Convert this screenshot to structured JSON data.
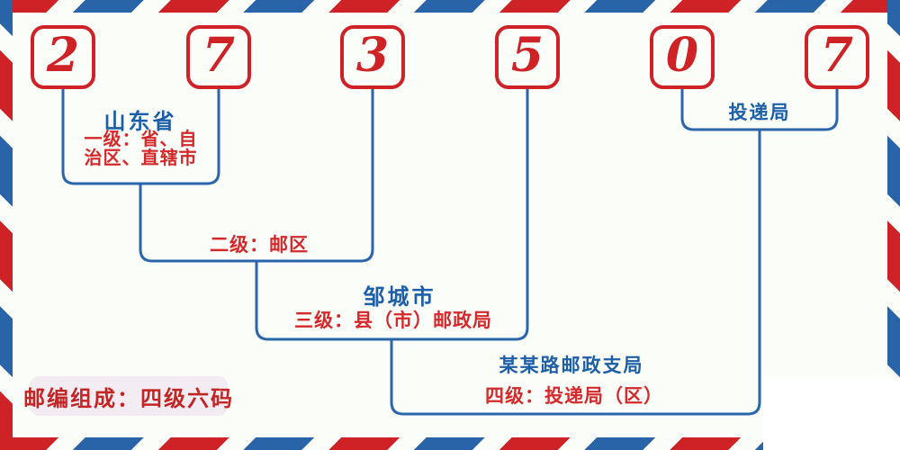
{
  "postal_code": {
    "digits": [
      "2",
      "7",
      "3",
      "5",
      "0",
      "7"
    ]
  },
  "annotations": {
    "level1": {
      "region": "山东省",
      "label": "一级：省、自治区、直辖市"
    },
    "level2": {
      "label": "二级：邮区"
    },
    "level3": {
      "region": "邹城市",
      "label": "三级：县（市）邮政局"
    },
    "level4": {
      "region": "某某路邮政支局",
      "label": "四级：投递局（区）"
    },
    "delivery": {
      "label": "投递局"
    }
  },
  "footer": {
    "badge": "邮编组成：四级六码"
  },
  "colors": {
    "stripe_red": "#ce2227",
    "stripe_blue": "#2a64a8",
    "line_blue": "#2b66ad",
    "text_blue": "#1c5fa8",
    "text_red": "#d4282a",
    "badge_bg": "#f3edf3",
    "badge_text": "#c32424",
    "background": "#fbfdf9"
  }
}
